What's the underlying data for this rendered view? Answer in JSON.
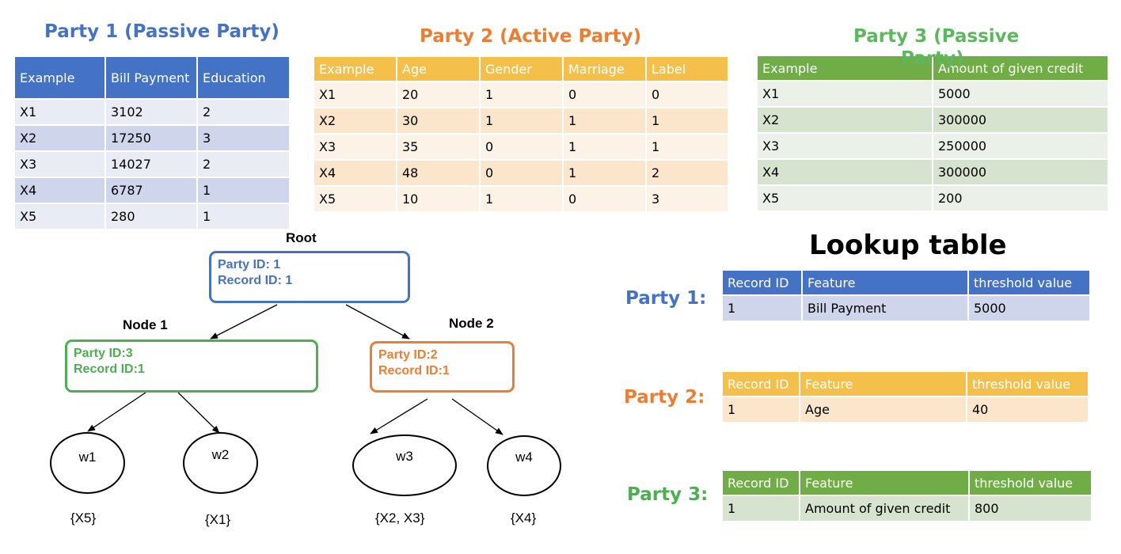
{
  "colors": {
    "blue": "#4472c4",
    "orange": "#ed7d31",
    "green": "#4caf50"
  },
  "party1": {
    "title": "Party 1 (Passive Party)",
    "headers": [
      "Example",
      "Bill Payment",
      "Education"
    ],
    "rows": [
      [
        "X1",
        "3102",
        "2"
      ],
      [
        "X2",
        "17250",
        "3"
      ],
      [
        "X3",
        "14027",
        "2"
      ],
      [
        "X4",
        "6787",
        "1"
      ],
      [
        "X5",
        "280",
        "1"
      ]
    ]
  },
  "party2": {
    "title": "Party 2 (Active Party)",
    "headers": [
      "Example",
      "Age",
      "Gender",
      "Marriage",
      "Label"
    ],
    "rows": [
      [
        "X1",
        "20",
        "1",
        "0",
        "0"
      ],
      [
        "X2",
        "30",
        "1",
        "1",
        "1"
      ],
      [
        "X3",
        "35",
        "0",
        "1",
        "1"
      ],
      [
        "X4",
        "48",
        "0",
        "1",
        "2"
      ],
      [
        "X5",
        "10",
        "1",
        "0",
        "3"
      ]
    ]
  },
  "party3": {
    "title_line1": "Party 3 (Passive",
    "title_line2": "Party)",
    "headers": [
      "Example",
      "Amount of given credit"
    ],
    "rows": [
      [
        "X1",
        "5000"
      ],
      [
        "X2",
        "300000"
      ],
      [
        "X3",
        "250000"
      ],
      [
        "X4",
        "300000"
      ],
      [
        "X5",
        "200"
      ]
    ]
  },
  "tree": {
    "root": {
      "label": "Root",
      "line1": "Party ID: 1",
      "line2": "Record ID: 1"
    },
    "node1": {
      "label": "Node 1",
      "line1": "Party ID:3",
      "line2": "Record ID:1"
    },
    "node2": {
      "label": "Node 2",
      "line1": "Party ID:2",
      "line2": "Record ID:1"
    },
    "leaves": [
      {
        "name": "w1",
        "set": "{X5}"
      },
      {
        "name": "w2",
        "set": "{X1}"
      },
      {
        "name": "w3",
        "set": "{X2, X3}"
      },
      {
        "name": "w4",
        "set": "{X4}"
      }
    ]
  },
  "lookup": {
    "title": "Lookup table",
    "headers": [
      "Record ID",
      "Feature",
      "threshold value"
    ],
    "parties": [
      {
        "label": "Party 1:",
        "row": [
          "1",
          "Bill Payment",
          "5000"
        ]
      },
      {
        "label": "Party 2:",
        "row": [
          "1",
          "Age",
          "40"
        ]
      },
      {
        "label": "Party 3:",
        "row": [
          "1",
          "Amount of given credit",
          "800"
        ]
      }
    ]
  }
}
